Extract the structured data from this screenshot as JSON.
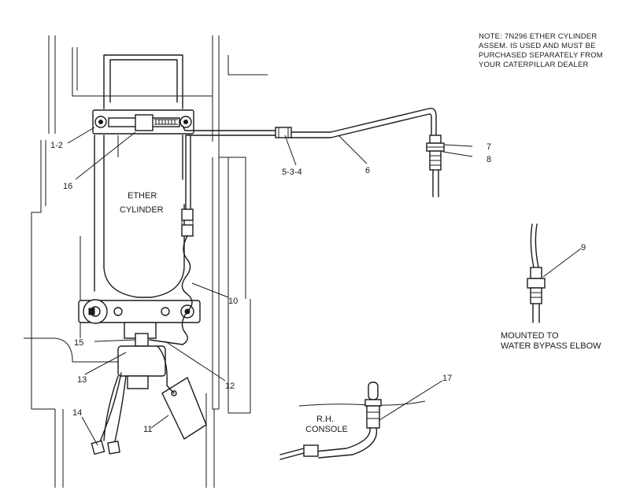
{
  "note": {
    "line1": "NOTE: 7N296 ETHER CYLINDER",
    "line2": "ASSEM. IS USED AND MUST BE",
    "line3": "PURCHASED SEPARATELY FROM",
    "line4": "YOUR CATERPILLAR DEALER"
  },
  "cylinder_label": {
    "line1": "ETHER",
    "line2": "CYLINDER"
  },
  "callouts": {
    "c1_2": "1-2",
    "c16": "16",
    "c5_3_4": "5-3-4",
    "c6": "6",
    "c7": "7",
    "c8": "8",
    "c9": "9",
    "c10": "10",
    "c15": "15",
    "c13": "13",
    "c12": "12",
    "c14": "14",
    "c11": "11",
    "c17": "17"
  },
  "mounted_label": {
    "line1": "MOUNTED TO",
    "line2": "WATER BYPASS ELBOW"
  },
  "console_label": {
    "line1": "R.H.",
    "line2": "CONSOLE"
  }
}
